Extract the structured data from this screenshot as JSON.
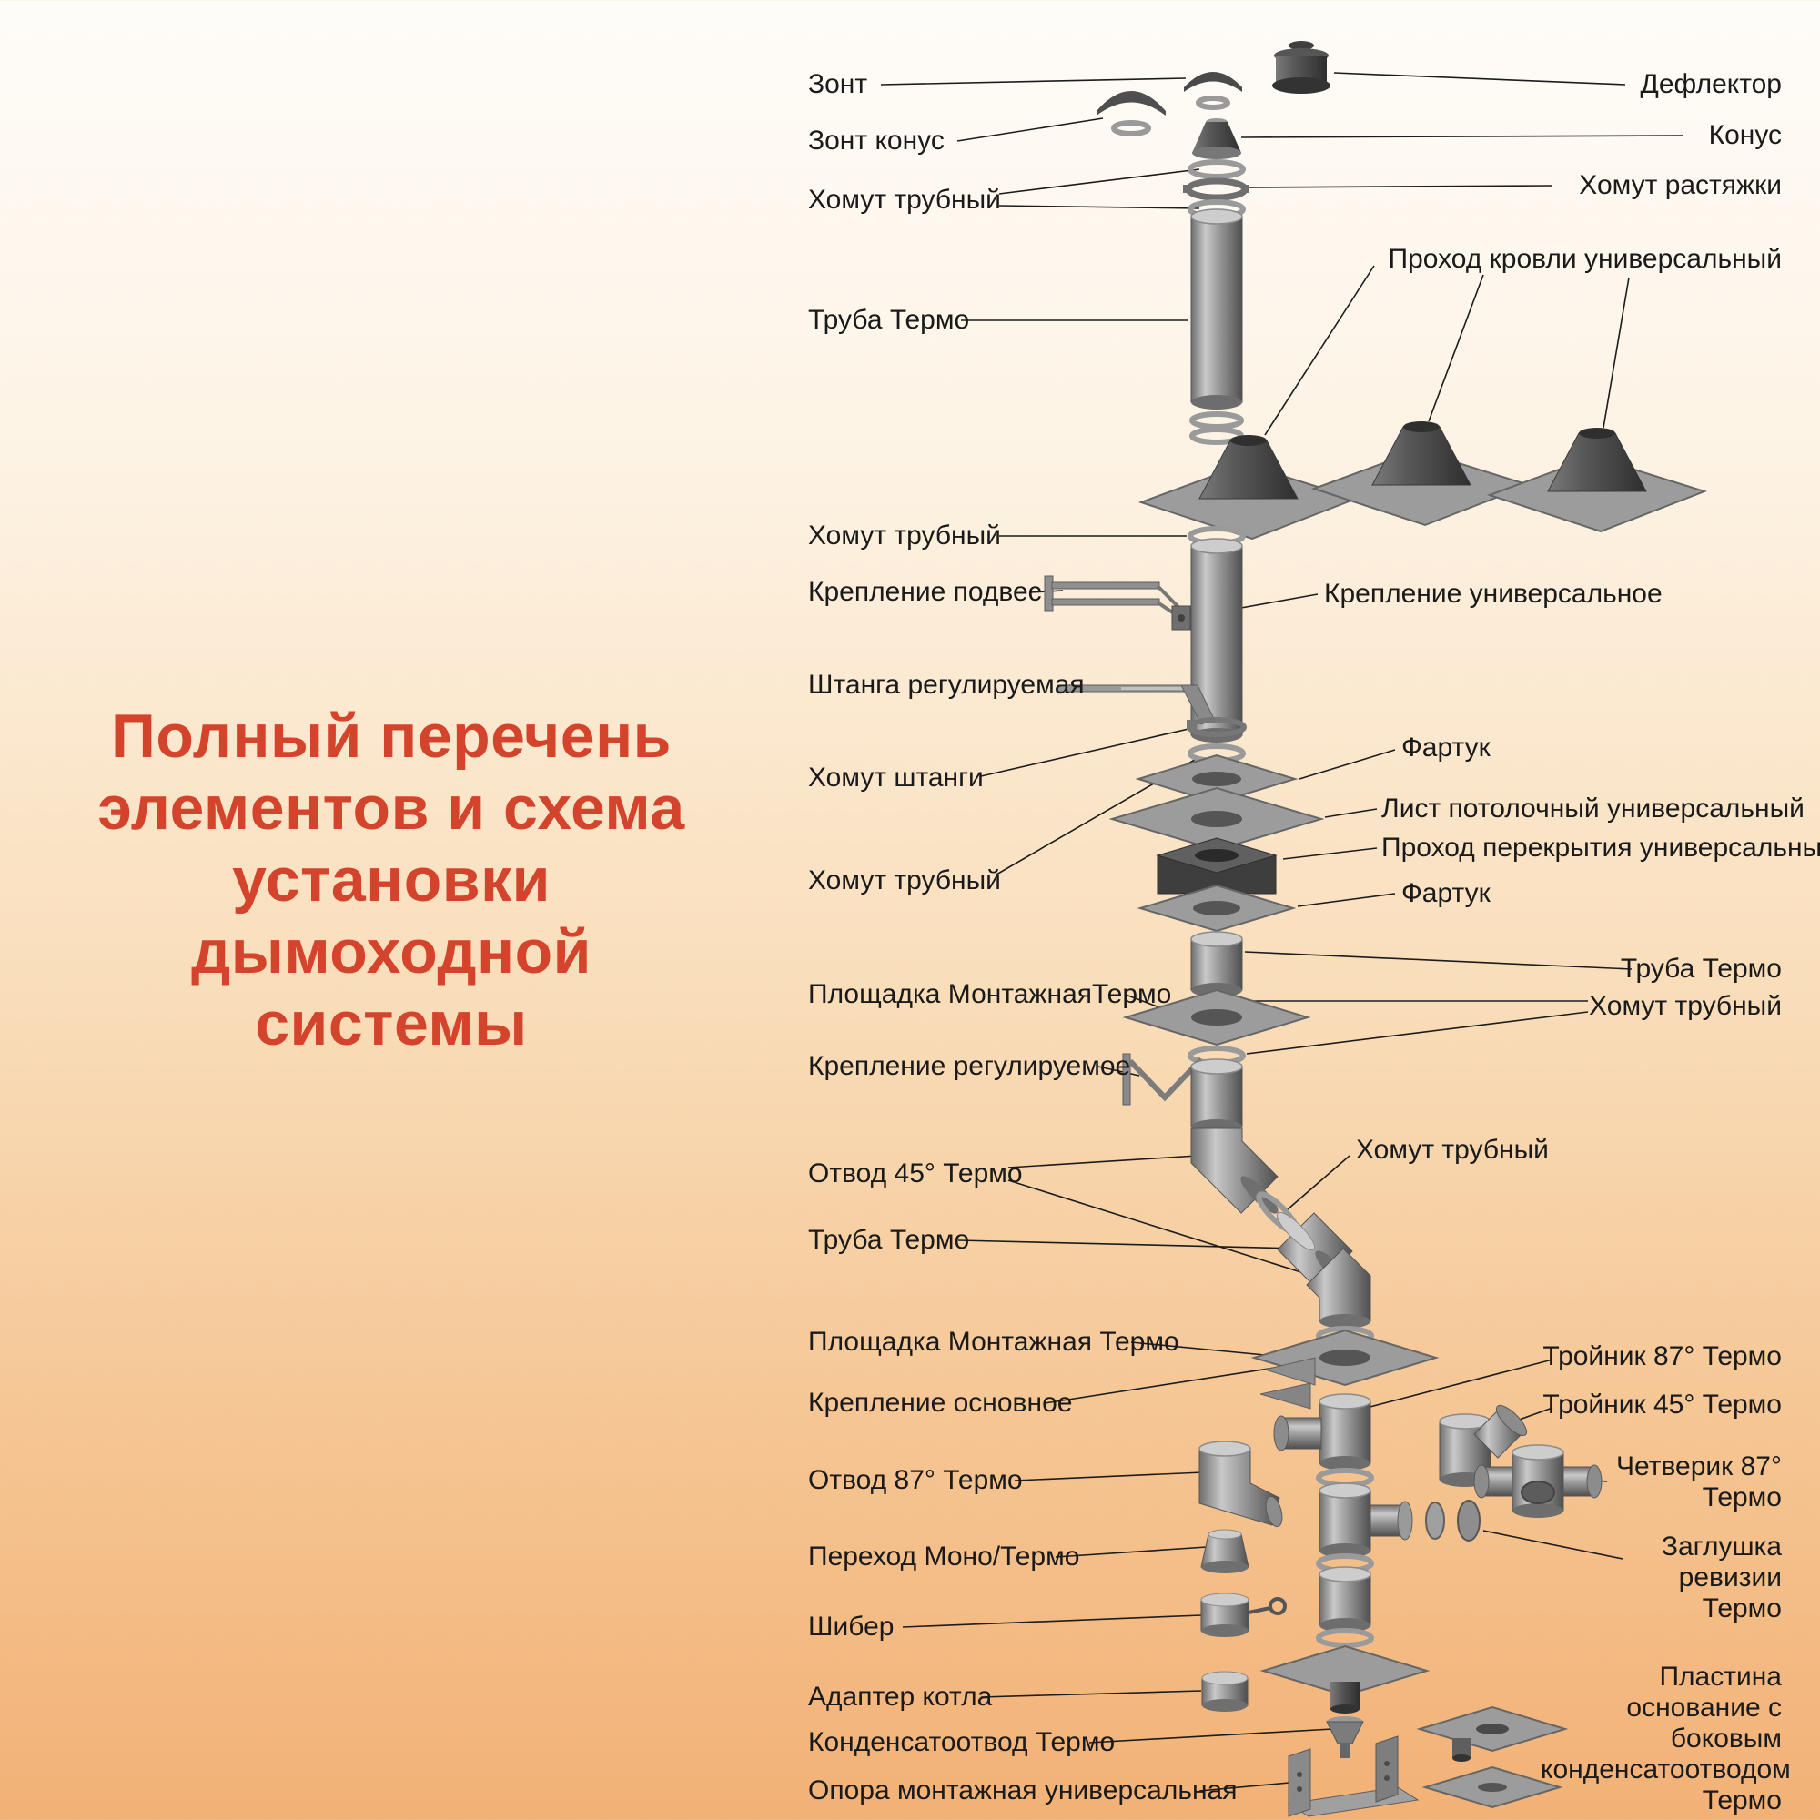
{
  "title": {
    "lines": [
      "Полный перечень",
      "элементов и схема",
      "установки",
      "дымоходной",
      "системы"
    ],
    "color": "#d4432c"
  },
  "labels_left": [
    "Зонт",
    "Зонт конус",
    "Хомут трубный",
    "Труба Термо",
    "Хомут трубный",
    "Крепление подвес",
    "Штанга регулируемая",
    "Хомут штанги",
    "Хомут трубный",
    "Площадка МонтажнаяТермо",
    "Крепление регулируемое",
    "Отвод 45° Термо",
    "Труба Термо",
    "Площадка Монтажная Термо",
    "Крепление основное",
    "Отвод 87° Термо",
    "Переход Моно/Термо",
    "Шибер",
    "Адаптер котла",
    "Конденсатоотвод Термо",
    "Опора монтажная универсальная"
  ],
  "labels_right": [
    "Дефлектор",
    "Конус",
    "Хомут растяжки",
    "Проход кровли универсальный",
    "Крепление универсальное",
    "Фартук",
    "Лист потолочный универсальный",
    "Проход перекрытия универсальный",
    "Фартук",
    "Труба Термо",
    "Хомут трубный",
    "Хомут трубный",
    "Тройник 87° Термо",
    "Тройник 45° Термо",
    "Четверик 87° Термо",
    "Заглушка ревизии Термо",
    "Пластина основание с боковым конденсатоотводом Термо"
  ],
  "colors": {
    "accent": "#d4432c",
    "text": "#1a1a1a",
    "leader_line": "#1c1c1c",
    "metal_light": "#c9c9c9",
    "metal_dark": "#4f4f4f",
    "bg_top": "#fefcf9",
    "bg_bottom": "#f2b176"
  }
}
